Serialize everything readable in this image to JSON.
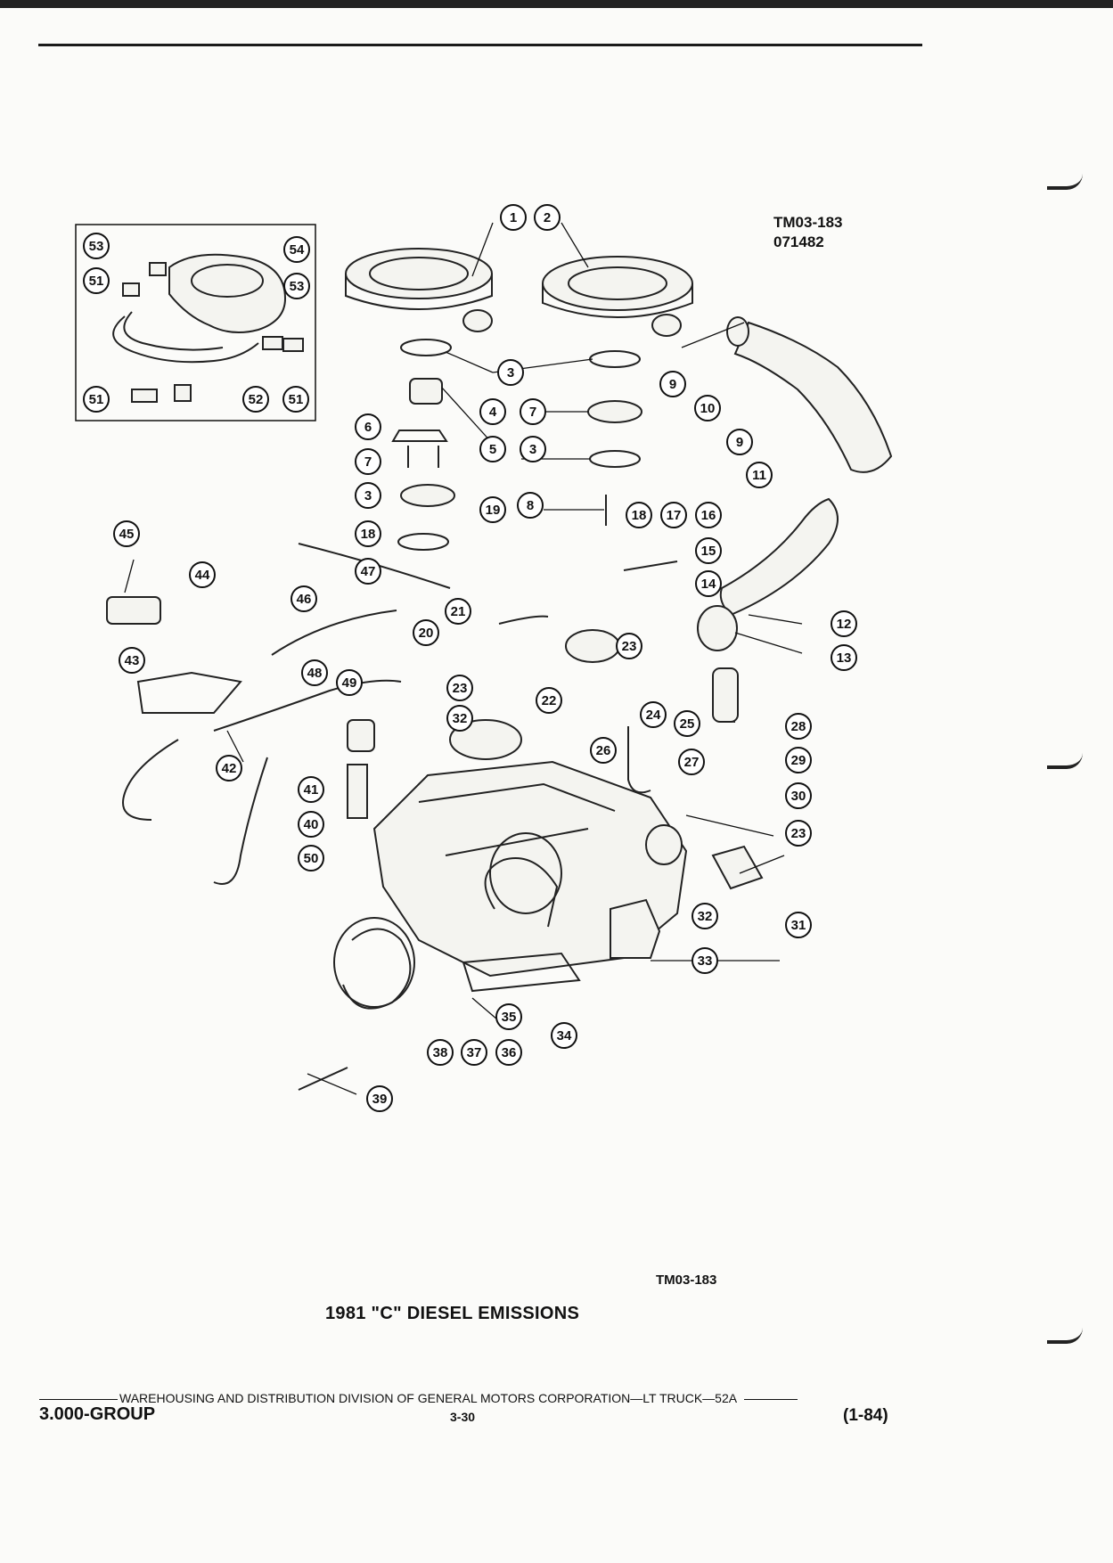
{
  "header": {
    "ref_code": "TM03-183",
    "ref_date": "071482"
  },
  "callouts": [
    "1",
    "2",
    "3",
    "3",
    "3",
    "4",
    "5",
    "6",
    "7",
    "7",
    "8",
    "9",
    "9",
    "10",
    "11",
    "12",
    "13",
    "14",
    "15",
    "16",
    "17",
    "18",
    "18",
    "19",
    "20",
    "21",
    "22",
    "23",
    "23",
    "23",
    "24",
    "25",
    "26",
    "27",
    "28",
    "29",
    "30",
    "31",
    "32",
    "32",
    "33",
    "34",
    "35",
    "36",
    "37",
    "38",
    "39",
    "40",
    "41",
    "42",
    "43",
    "44",
    "45",
    "46",
    "47",
    "48",
    "49",
    "50",
    "51",
    "51",
    "51",
    "52",
    "53",
    "53",
    "54"
  ],
  "caption": {
    "code": "TM03-183",
    "title": "1981 \"C\" DIESEL EMISSIONS"
  },
  "footer": {
    "line": "WAREHOUSING AND DISTRIBUTION  DIVISION OF GENERAL MOTORS CORPORATION—LT TRUCK—52A",
    "group": "3.000-GROUP",
    "page": "3-30",
    "date": "(1-84)"
  }
}
